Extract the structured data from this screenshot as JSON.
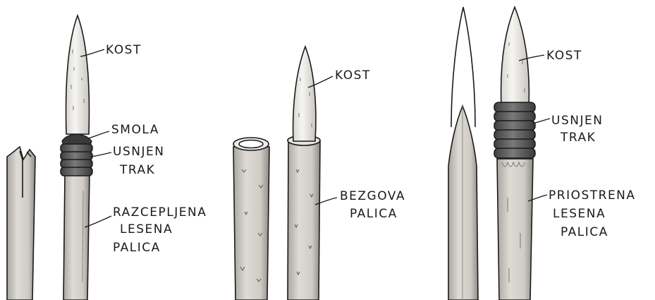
{
  "panel_left": {
    "labels": {
      "bone": "KOST",
      "resin": "SMOLA",
      "leather_1": "USNJEN",
      "leather_2": "TRAK",
      "stick_1": "RAZCEPLJENA",
      "stick_2": "LESENA",
      "stick_3": "PALICA"
    }
  },
  "panel_middle": {
    "labels": {
      "bone": "KOST",
      "stick_1": "BEZGOVA",
      "stick_2": "PALICA"
    }
  },
  "panel_right": {
    "labels": {
      "bone": "KOST",
      "leather_1": "USNJEN",
      "leather_2": "TRAK",
      "stick_1": "PRIOSTRENA",
      "stick_2": "LESENA",
      "stick_3": "PALICA"
    }
  },
  "colors": {
    "ink": "#1a1a1a",
    "bone": "#eeece8",
    "wood": "#d4d1cb",
    "wood_shade": "#9d9a94",
    "leather": "#5f5f5f",
    "resin": "#3a3a3a"
  }
}
